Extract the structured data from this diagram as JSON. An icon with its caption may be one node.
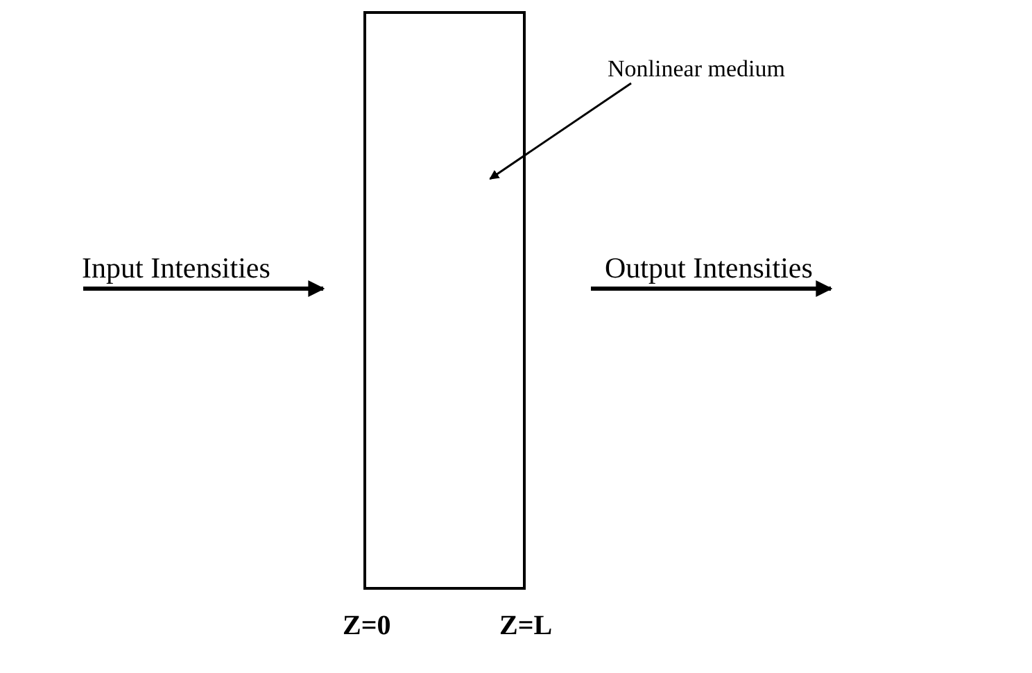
{
  "diagram": {
    "nodes": [
      {
        "text": [],
        "shape": "box"
      },
      {
        "text": [
          "Nonlinear medium"
        ]
      }
    ],
    "edges": [
      {
        "from": 1,
        "to": 0,
        "arrow": "to"
      }
    ],
    "labels": [
      "Input Intensities",
      "Output Intensities",
      "Z=0",
      "Z=L"
    ]
  }
}
